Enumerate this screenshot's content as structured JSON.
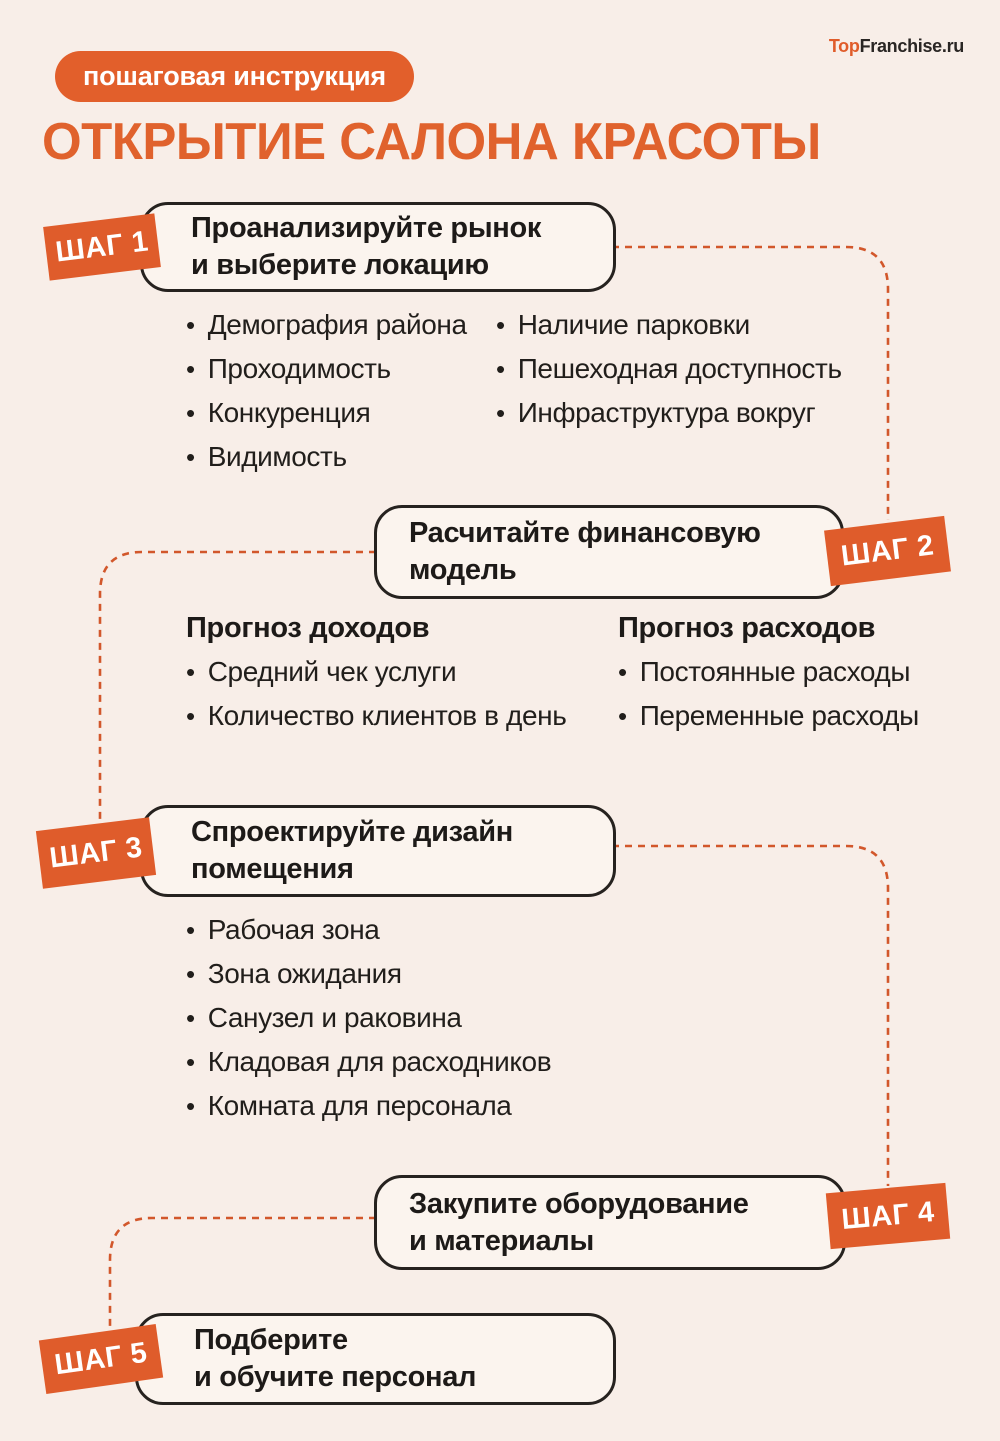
{
  "page": {
    "background": "#f8eee8",
    "accent_orange": "#e05c2a",
    "connector_color": "#d2572b",
    "text_color": "#211e1b"
  },
  "logo": {
    "top": "Top",
    "rest": "Franchise.ru"
  },
  "ribbon": "пошаговая инструкция",
  "title": "ОТКРЫТИЕ САЛОНА КРАСОТЫ",
  "steps": [
    {
      "badge": "ШАГ 1",
      "title_line1": "Проанализируйте рынок",
      "title_line2": "и выберите локацию",
      "columns": [
        {
          "items": [
            "Демография района",
            "Проходимость",
            "Конкуренция",
            "Видимость"
          ]
        },
        {
          "items": [
            "Наличие парковки",
            "Пешеходная доступность",
            "Инфраструктура вокруг"
          ]
        }
      ]
    },
    {
      "badge": "ШАГ 2",
      "title_line1": "Расчитайте финансовую",
      "title_line2": "модель",
      "columns": [
        {
          "heading": "Прогноз доходов",
          "items": [
            "Средний чек услуги",
            "Количество клиентов в день"
          ]
        },
        {
          "heading": "Прогноз расходов",
          "items": [
            "Постоянные расходы",
            "Переменные расходы"
          ]
        }
      ]
    },
    {
      "badge": "ШАГ 3",
      "title_line1": "Спроектируйте дизайн",
      "title_line2": "помещения",
      "items": [
        "Рабочая зона",
        "Зона ожидания",
        "Санузел и раковина",
        "Кладовая для расходников",
        "Комната для персонала"
      ]
    },
    {
      "badge": "ШАГ 4",
      "title_line1": "Закупите оборудование",
      "title_line2": "и материалы"
    },
    {
      "badge": "ШАГ 5",
      "title_line1": "Подберите",
      "title_line2": "и обучите персонал"
    }
  ]
}
